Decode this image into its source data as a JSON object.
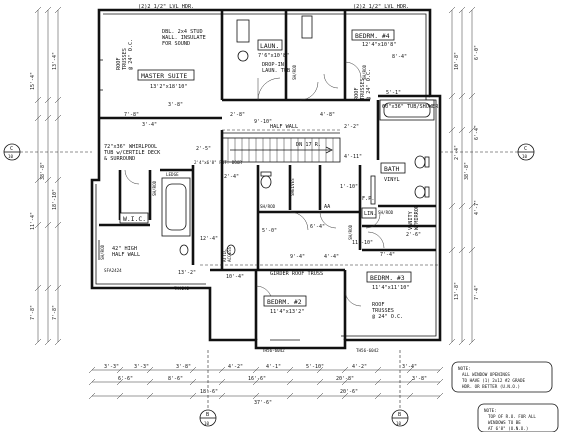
{
  "rooms": {
    "master_suite": {
      "name": "MASTER SUITE",
      "size": "13'2\"x18'10\""
    },
    "bedrm4": {
      "name": "BEDRM. #4",
      "size": "12'4\"x10'8\""
    },
    "bedrm2": {
      "name": "BEDRM. #2",
      "size": "11'4\"x13'2\""
    },
    "bedrm3": {
      "name": "BEDRM. #3",
      "size": "11'4\"x11'10\""
    },
    "laun": {
      "name": "LAUN.",
      "size": "7'6\"x10'8\""
    },
    "bath": {
      "name": "BATH",
      "floor": "VINYL"
    },
    "wic": {
      "name": "W.I.C."
    },
    "lin": "LIN."
  },
  "notes": {
    "header_left": "(2)2 1/2\" LVL HDR.",
    "header_right": "(2)2 1/2\" LVL HDR.",
    "dbl_stud": [
      "DBL. 2x4 STUD",
      "WALL. INSULATE",
      "FOR SOUND"
    ],
    "drop_in": [
      "DROP-IN",
      "LAUN. TUB"
    ],
    "roof_trusses_master": [
      "ROOF",
      "TRUSSES",
      "@ 24\" O.C."
    ],
    "roof_trusses_b4": [
      "ROOF",
      "TRUSSES",
      "@ 24\" O.C."
    ],
    "roof_trusses_b3": [
      "ROOF",
      "TRUSSES",
      "@ 24\" O.C."
    ],
    "tub": [
      "60\"x36\" TUB/SHOWER"
    ],
    "whirlpool": [
      "72\"x36\" WHIRLPOOL",
      "TUB w/CERTILE DECK",
      "& SURROUND"
    ],
    "half_wall_label": "HALF WALL",
    "half_wall_lower": [
      "42\" HIGH",
      "HALF WALL"
    ],
    "dn_stair": "DN 17 R.",
    "girder": "GIRDER ROOF TRUSS",
    "vanity": [
      "VANITY",
      "W/MIRROR"
    ],
    "att_access": [
      "ATTIC",
      "ACCESS"
    ],
    "sh_rod": "SH/ROD",
    "ledge": "LEDGE",
    "pkt_door": "2'4\"x6'8\" PKT. DOOR",
    "shelves": "SHELVES",
    "aa": "AA",
    "fp": "F.P.",
    "window_left": "SFA2424",
    "window_b1": "TH4242",
    "window_b2": "TH56-6042",
    "window_b3": "TH56-6042",
    "general": [
      "NOTE:",
      "ALL WINDOW OPENINGS",
      "TO HAVE (1) 2x12 #2 GRADE",
      "HDR. OR BETTER (U.N.O.)"
    ],
    "general2": [
      "NOTE:",
      "TOP OF R.O. FOR ALL",
      "WINDOWS TO BE",
      "AT 6'8\" (U.N.O.)"
    ]
  },
  "section_marks": {
    "left": {
      "letter": "C",
      "sheet": "10"
    },
    "right": {
      "letter": "C",
      "sheet": "10"
    },
    "bottom_left": {
      "letter": "B",
      "sheet": "10"
    },
    "bottom_right": {
      "letter": "B",
      "sheet": "10"
    }
  },
  "dimensions": {
    "left_total": "38'-8\"",
    "left_outer": [
      "15'-4\"",
      "11'-4\"",
      "7'-8\""
    ],
    "left_inner": [
      "13'-4\"",
      "18'-10\"",
      "7'-8\""
    ],
    "right_total": "38'-8\"",
    "right_outer": [
      "6'-0\"",
      "6'-4\"",
      "4'-7\"",
      "7'-4\""
    ],
    "right_inner": [
      "10'-8\"",
      "2'-4\"",
      "13'-8\""
    ],
    "bottom_row1": [
      "3'-3\"",
      "3'-3\"",
      "3'-8\"",
      "4'-2\"",
      "4'-1\"",
      "5'-10\"",
      "4'-2\"",
      "3'-4\""
    ],
    "bottom_row2": [
      "6'-6\"",
      "8'-6\"",
      "16'-6\"",
      "20'-8\"",
      "3'-8\""
    ],
    "bottom_row3": [
      "18'-6\"",
      "20'-6\""
    ],
    "bottom_total": "37'-6\"",
    "interior": [
      "7'-8\"",
      "3'-4\"",
      "9'-10\"",
      "4'-8\"",
      "2'-8\"",
      "3'-8\"",
      "2'-5\"",
      "5'-1\"",
      "8'-4\"",
      "7'-4\"",
      "4'-4\"",
      "9'-4\"",
      "5'-0\"",
      "6'-4\"",
      "2'-6\"",
      "11'-10\"",
      "12'-4\"",
      "13'-2\"",
      "10'-4\"",
      "4'-11\"",
      "2'-2\"",
      "1'-10\"",
      "2'-4\""
    ]
  }
}
